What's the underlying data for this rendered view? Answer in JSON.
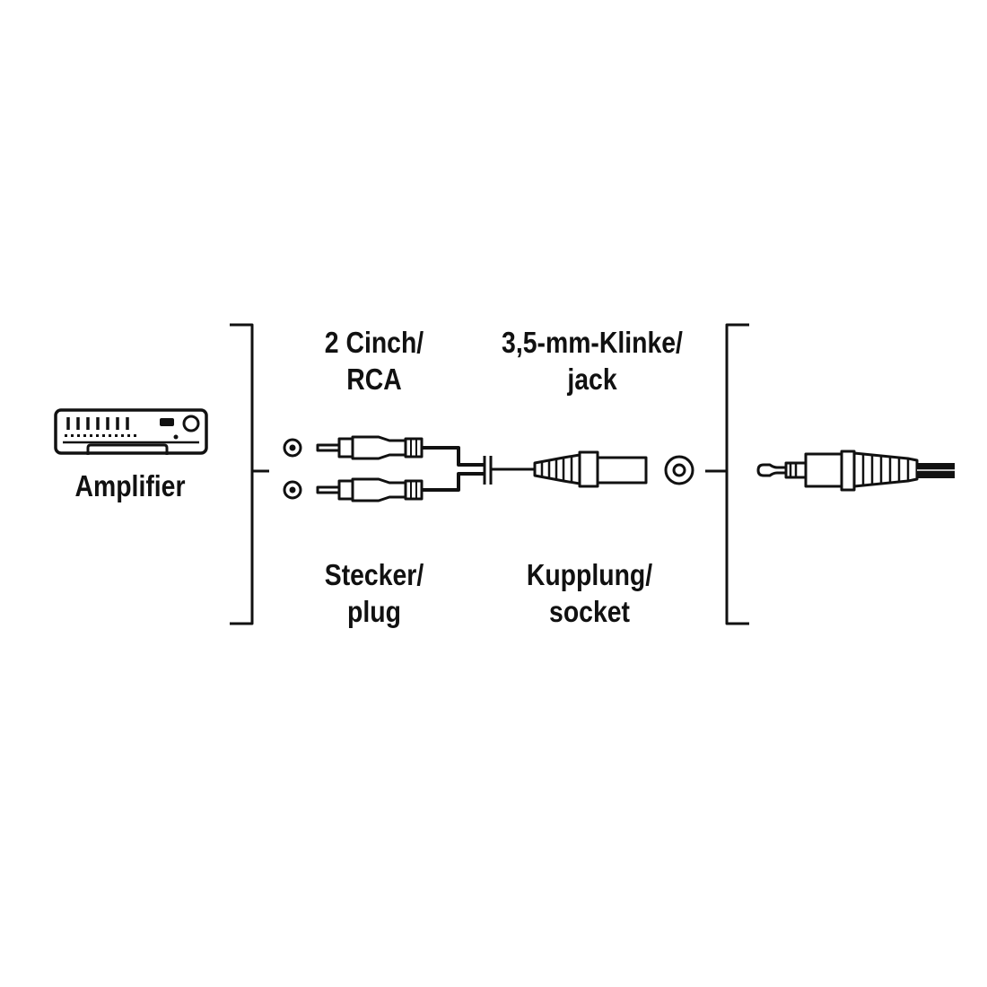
{
  "labels": {
    "amplifier": "Amplifier",
    "cinch_line1": "2 Cinch/",
    "cinch_line2": "RCA",
    "jack_line1": "3,5-mm-Klinke/",
    "jack_line2": "jack",
    "plug_line1": "Stecker/",
    "plug_line2": "plug",
    "socket_line1": "Kupplung/",
    "socket_line2": "socket"
  },
  "icons": {
    "device": "amplifier-icon",
    "rca_connectors": "rca-plug-icon",
    "jack_socket": "jack-socket-icon",
    "jack_plug": "jack-plug-icon"
  },
  "colors": {
    "ink": "#111111",
    "background": "#ffffff"
  }
}
